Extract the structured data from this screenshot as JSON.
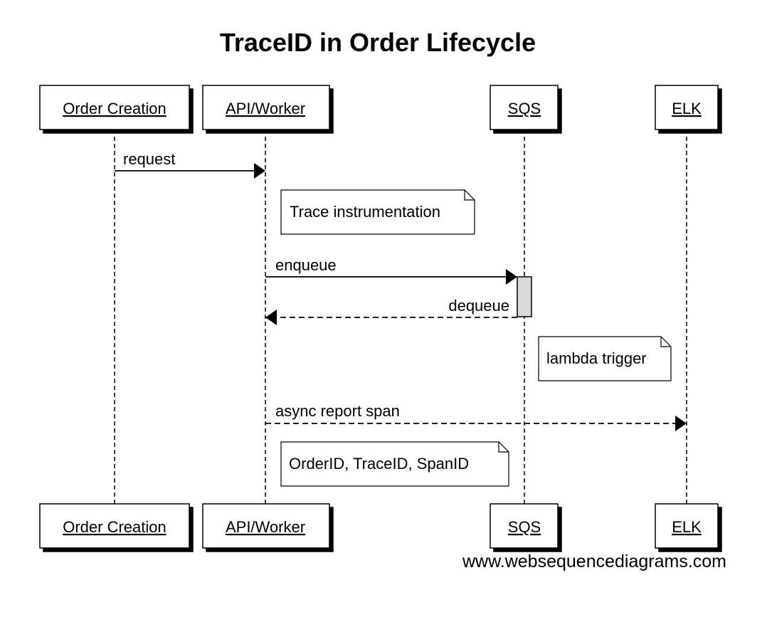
{
  "title": "TraceID in Order Lifecycle",
  "participants": [
    {
      "id": "order",
      "label": "Order Creation"
    },
    {
      "id": "api",
      "label": "API/Worker"
    },
    {
      "id": "sqs",
      "label": "SQS"
    },
    {
      "id": "elk",
      "label": "ELK"
    }
  ],
  "messages": [
    {
      "from": "order",
      "to": "api",
      "label": "request",
      "style": "solid"
    },
    {
      "from": "api",
      "to": "sqs",
      "label": "enqueue",
      "style": "solid"
    },
    {
      "from": "sqs",
      "to": "api",
      "label": "dequeue",
      "style": "dashed"
    },
    {
      "from": "api",
      "to": "elk",
      "label": "async report span",
      "style": "dashed"
    }
  ],
  "notes": [
    {
      "label": "Trace instrumentation",
      "over": "api"
    },
    {
      "label": "lambda trigger",
      "over": "sqs"
    },
    {
      "label": "OrderID, TraceID, SpanID",
      "over": "api"
    }
  ],
  "watermark": "www.websequencediagrams.com"
}
